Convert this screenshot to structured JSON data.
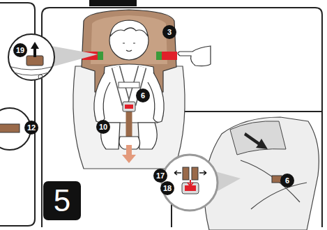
{
  "diagram": {
    "labels": [
      "3",
      "19",
      "6",
      "12",
      "10",
      "17",
      "6",
      "18",
      "5"
    ]
  }
}
